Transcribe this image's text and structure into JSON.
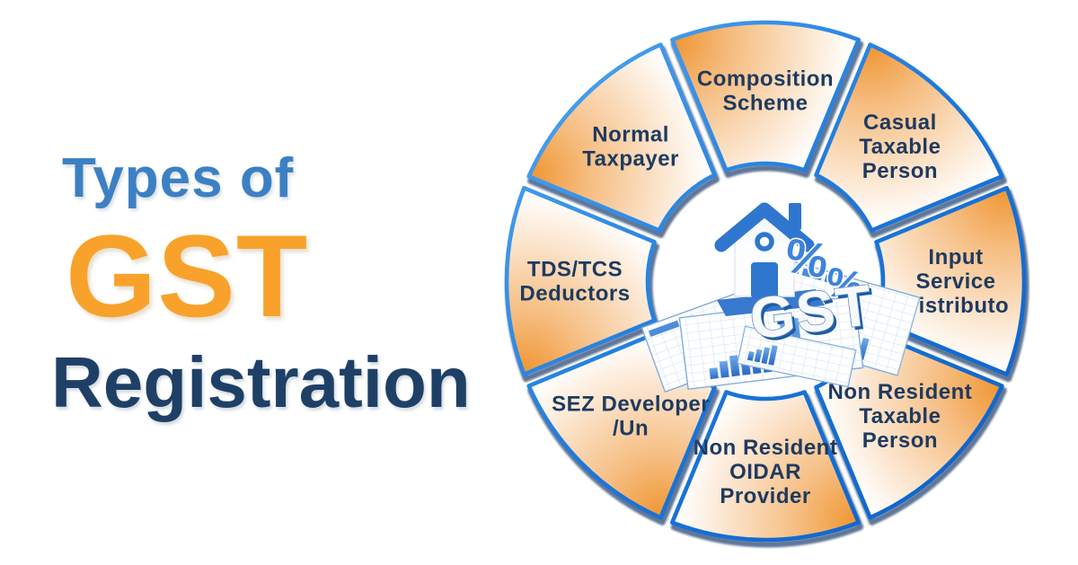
{
  "title": {
    "line1": "Types of",
    "line2": "GST",
    "line3": "Registration"
  },
  "colors": {
    "title_blue": "#3C80C4",
    "title_orange": "#F8A22B",
    "title_navy": "#1F4066",
    "label_navy": "#1F3A60",
    "wedge_orange": "#EF9530",
    "wedge_stroke_light": "#55ABF2",
    "wedge_stroke_dark": "#0C5FC6",
    "shadow_navy": "#2B4A74",
    "center_blue": "#2F76CE"
  },
  "wheel": {
    "segments": [
      {
        "id": "composition-scheme",
        "lines": [
          "Composition",
          "Scheme"
        ]
      },
      {
        "id": "casual-taxable-person",
        "lines": [
          "Casual",
          "Taxable",
          "Person"
        ]
      },
      {
        "id": "input-service-distributor",
        "lines": [
          "Input",
          "Service",
          "Distributo"
        ]
      },
      {
        "id": "non-resident-taxable-person",
        "lines": [
          "Non Resident",
          "Taxable",
          "Person"
        ]
      },
      {
        "id": "non-resident-oidar-provider",
        "lines": [
          "Non Resident",
          "OIDAR",
          "Provider"
        ]
      },
      {
        "id": "sez-developer-unit",
        "lines": [
          "SEZ Developer",
          "/Un"
        ]
      },
      {
        "id": "tds-tcs-deductors",
        "lines": [
          "TDS/TCS",
          "Deductors"
        ]
      },
      {
        "id": "normal-taxpayer",
        "lines": [
          "Normal",
          "Taxpayer"
        ]
      }
    ]
  },
  "center": {
    "icon": "house-with-percent-gst-and-documents",
    "gst_text": "GST",
    "percent_symbol": "%"
  }
}
